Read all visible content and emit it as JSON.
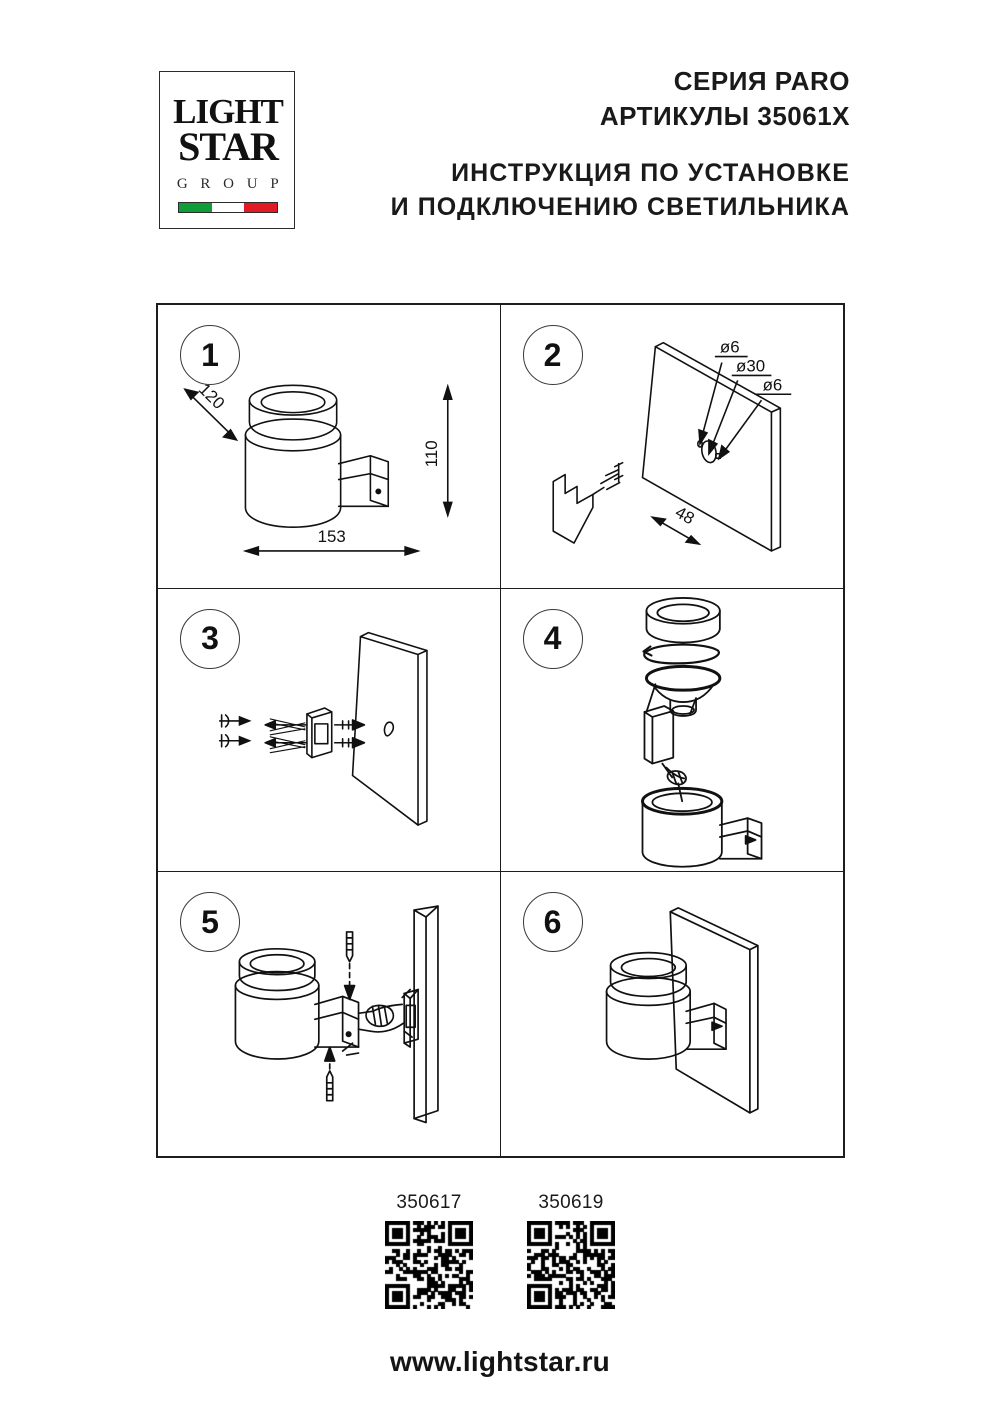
{
  "document": {
    "language": "ru",
    "kind": "installation-manual"
  },
  "header": {
    "logo": {
      "line1": "LIGHT",
      "line2": "STAR",
      "line3": "G R O U P",
      "flag_colors": [
        "#0f9d3a",
        "#ffffff",
        "#e01b24"
      ]
    },
    "series_line": "СЕРИЯ PARO",
    "article_line": "АРТИКУЛЫ 35061X",
    "instruction_line_1": "ИНСТРУКЦИЯ ПО УСТАНОВКЕ",
    "instruction_line_2": "И ПОДКЛЮЧЕНИЮ СВЕТИЛЬНИКА"
  },
  "panels": [
    {
      "number": "1",
      "name": "product-dimensions",
      "labels": {
        "depth": "120",
        "height": "110",
        "width": "153"
      }
    },
    {
      "number": "2",
      "name": "wall-drilling-template",
      "labels": {
        "hole_top": "ø6",
        "hole_center": "ø30",
        "hole_bottom": "ø6",
        "spacing": "48"
      }
    },
    {
      "number": "3",
      "name": "mount-bracket-to-wall",
      "labels": {}
    },
    {
      "number": "4",
      "name": "disassemble-luminaire",
      "labels": {}
    },
    {
      "number": "5",
      "name": "connect-wiring-and-fix-body",
      "labels": {}
    },
    {
      "number": "6",
      "name": "installation-complete",
      "labels": {}
    }
  ],
  "qr_codes": [
    {
      "label": "350617"
    },
    {
      "label": "350619"
    }
  ],
  "footer": {
    "url": "www.lightstar.ru"
  },
  "colors": {
    "ink": "#1a1a1a",
    "line": "#1d1d1d",
    "paper": "#ffffff"
  }
}
